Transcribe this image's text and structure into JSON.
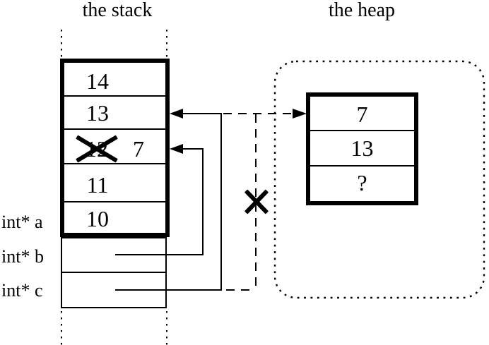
{
  "titles": {
    "stack": "the stack",
    "heap": "the heap"
  },
  "stack": {
    "cells": {
      "r1": "14",
      "r2": "13",
      "crossed_old": "12",
      "crossed_new": "7",
      "r4": "11",
      "r5": "10"
    },
    "pointer_labels": {
      "a": "int* a",
      "b": "int* b",
      "c": "int* c"
    }
  },
  "heap": {
    "cells": {
      "r1": "7",
      "r2": "13",
      "r3": "?"
    }
  },
  "icons": {
    "overwritten_value_cross": "x-cross",
    "dangling_pointer_cross": "x-cross",
    "stack_arrowheads": "left-triangle",
    "heap_arrowhead": "right-triangle"
  },
  "colors": {
    "ink": "#000000",
    "paper": "#ffffff"
  }
}
